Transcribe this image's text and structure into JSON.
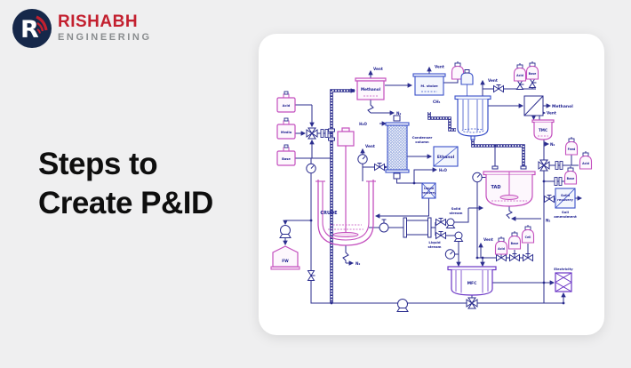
{
  "page": {
    "background": "#efeff0",
    "card_color": "#ffffff"
  },
  "logo": {
    "brand": "RISHABH",
    "subtitle": "ENGINEERING",
    "letter": "R",
    "brand_color": "#c3202f",
    "subtitle_color": "#8a8d8f",
    "circle_color": "#16284a"
  },
  "headline": {
    "line1": "Steps to",
    "line2": "Create P&ID"
  },
  "pid": {
    "colors": {
      "line": "#2b2d8e",
      "pink": "#c44fbe",
      "blue": "#3a50c8",
      "purple": "#6a35c5"
    },
    "labels": {
      "acid_left": "Acid",
      "media": "Media",
      "base_left": "Base",
      "fw": "FW",
      "crude": "CRUDE",
      "n2_crude": "N₂",
      "methanol_tank": "Methanol",
      "vent_methanol": "Vent",
      "n2_methanol": "N₂",
      "h2o_in": "H₂O",
      "condenser_1": "Condenser",
      "condenser_2": "column",
      "ethanol": "Ethanol",
      "h2o_out": "H₂O",
      "liquid_recovery_1": "Liquid",
      "liquid_recovery_2": "recovery",
      "m_stolze": "M. stolze",
      "vent_mstolze": "Vent",
      "ch4": "CH₄",
      "vent_tube": "Vent",
      "acid_top": "Acid",
      "base_top": "Base",
      "methanol_out": "Methanol",
      "tmc": "TMC",
      "vent_tmc": "Vent",
      "n2_trunk": "N₂",
      "feed": "Feed",
      "acid_right": "Acid",
      "base_right": "Base",
      "solid_recovery_1": "Solid",
      "solid_recovery_2": "recovery",
      "soil_amendment_1": "Soil",
      "soil_amendment_2": "amendment",
      "tad": "TAD",
      "n2_tad": "N₂",
      "solid_stream_1": "Solid",
      "solid_stream_2": "stream",
      "liquid_stream_1": "Liquid",
      "liquid_stream_2": "stream",
      "mfc": "MFC",
      "vent_mfc": "Vent",
      "acid_mfc": "Acid",
      "base_mfc": "Base",
      "cell": "Cell",
      "electricity": "Electricity"
    }
  }
}
